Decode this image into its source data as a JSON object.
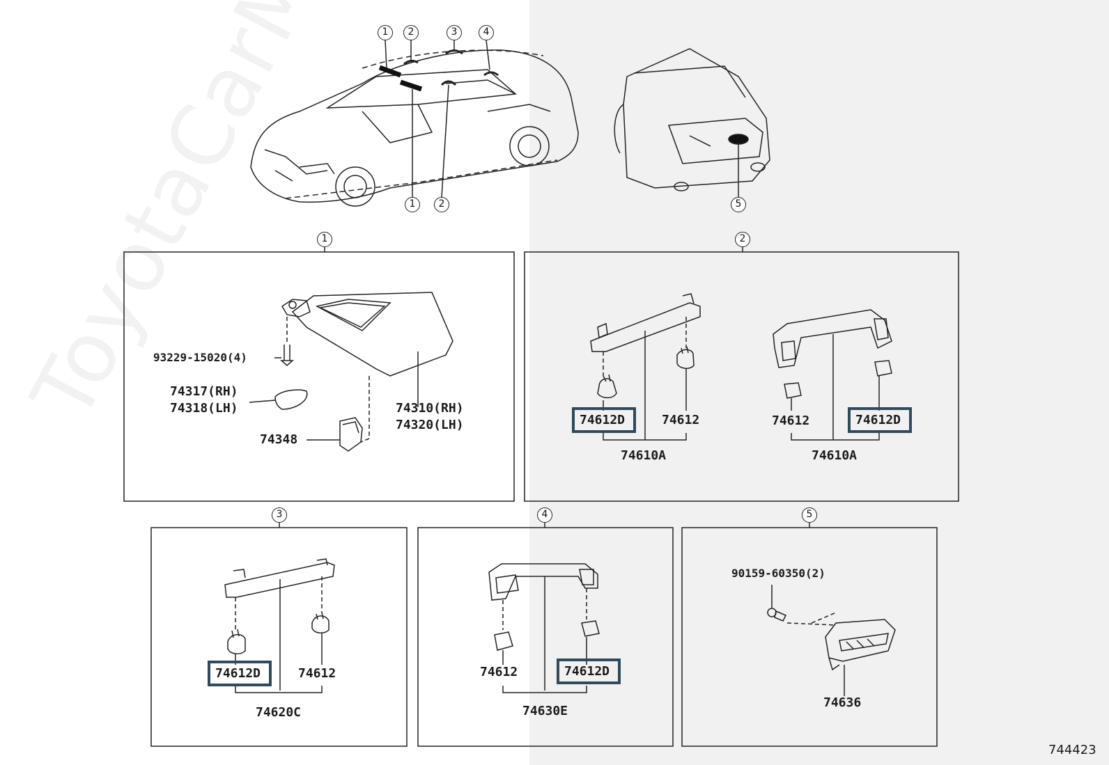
{
  "callouts": {
    "c1": "1",
    "c2": "2",
    "c3": "3",
    "c4": "4",
    "c5": "5"
  },
  "panel1": {
    "bolt": "93229-15020(4)",
    "holder_rh": "74317(RH)",
    "holder_lh": "74318(LH)",
    "visor_rh": "74310(RH)",
    "visor_lh": "74320(LH)",
    "clip": "74348"
  },
  "panel2": {
    "left_part_highlight": "74612D",
    "left_part": "74612",
    "left_assy": "74610A",
    "right_part": "74612",
    "right_part_highlight": "74612D",
    "right_assy": "74610A"
  },
  "panel3": {
    "part_highlight": "74612D",
    "part": "74612",
    "assy": "74620C"
  },
  "panel4": {
    "part": "74612",
    "part_highlight": "74612D",
    "assy": "74630E"
  },
  "panel5": {
    "screw": "90159-60350(2)",
    "handle": "74636"
  },
  "diagram_id": "744423",
  "watermark": "ToyotaCarMind.ru",
  "colors": {
    "highlight_border": "#2f4a5c",
    "line": "#222222",
    "shade": "#f1f1f1"
  }
}
